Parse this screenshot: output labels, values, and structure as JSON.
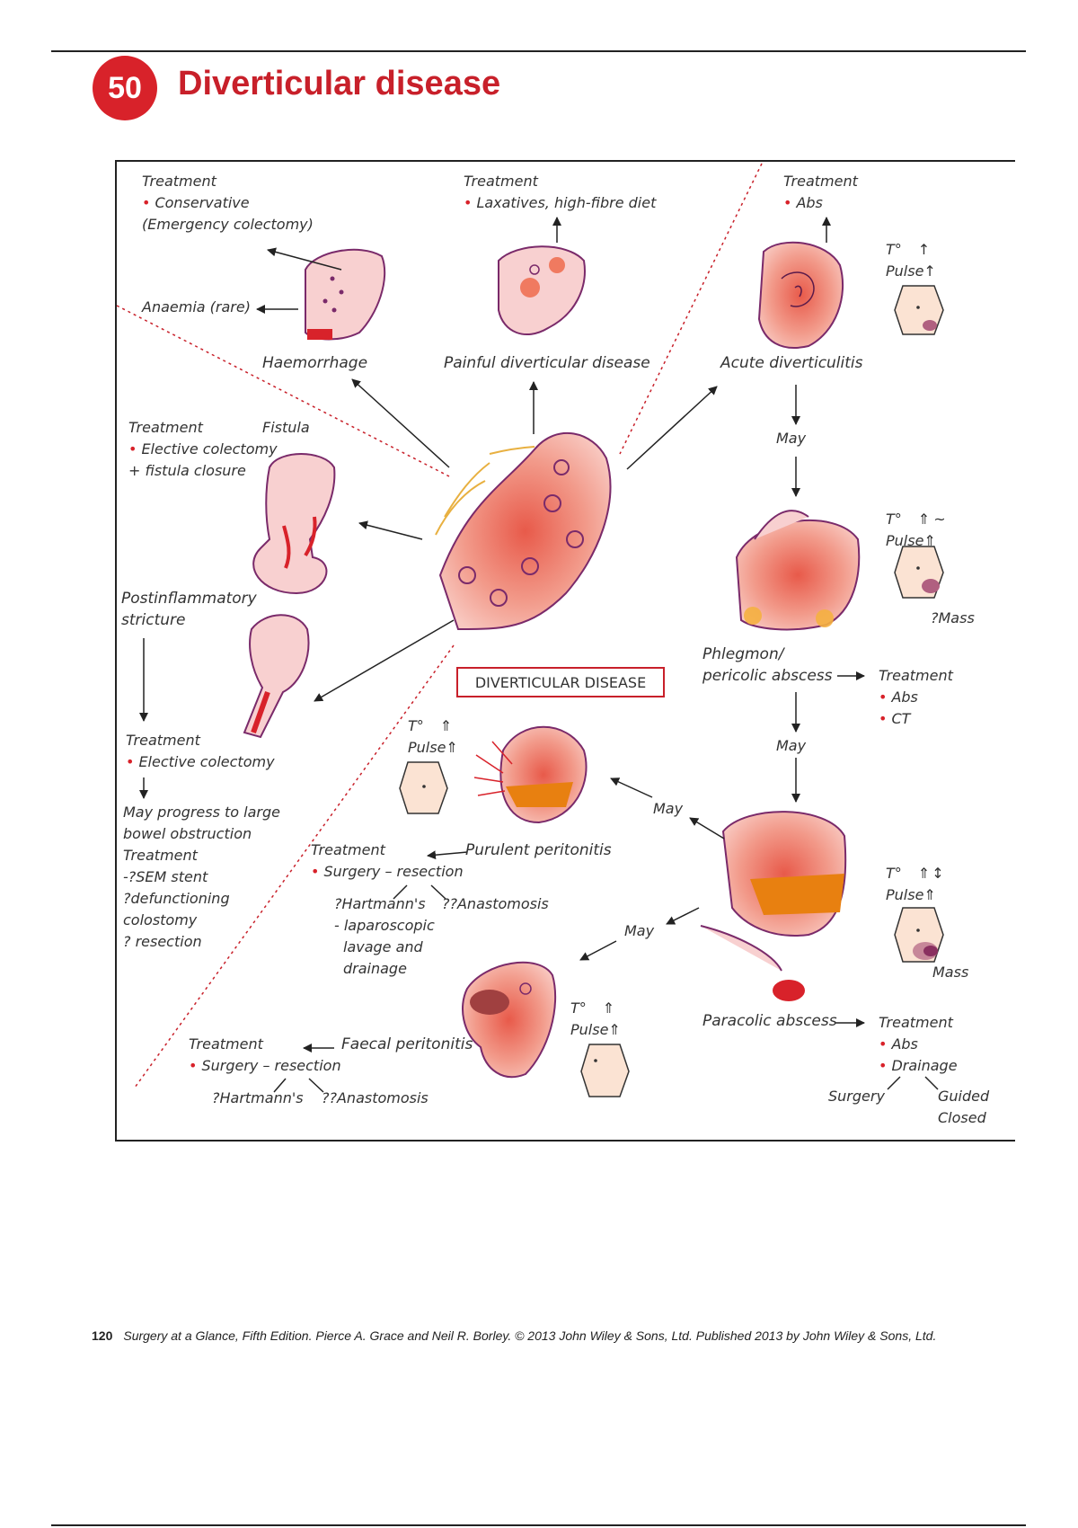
{
  "chapter": {
    "number": "50",
    "title": "Diverticular disease"
  },
  "footer": {
    "page": "120",
    "citation": "Surgery at a Glance, Fifth Edition. Pierce A. Grace and Neil R. Borley. © 2013 John Wiley & Sons, Ltd. Published 2013 by John Wiley & Sons, Ltd."
  },
  "center": {
    "label": "DIVERTICULAR DISEASE"
  },
  "haemorrhage": {
    "treatment": "Treatment",
    "item1": "Conservative",
    "item2": "(Emergency colectomy)",
    "anaemia": "Anaemia (rare)",
    "label": "Haemorrhage"
  },
  "painful": {
    "treatment": "Treatment",
    "item1": "Laxatives, high-fibre diet",
    "label": "Painful diverticular disease"
  },
  "acute": {
    "treatment": "Treatment",
    "item1": "Abs",
    "temp": "T°",
    "pulse": "Pulse",
    "label": "Acute diverticulitis",
    "may": "May"
  },
  "fistula": {
    "treatment": "Treatment",
    "title": "Fistula",
    "item1": "Elective colectomy",
    "item2": "+ fistula closure"
  },
  "stricture": {
    "label1": "Postinflammatory",
    "label2": "stricture",
    "treatment": "Treatment",
    "item1": "Elective colectomy",
    "prog1": "May progress to large",
    "prog2": "bowel obstruction",
    "prog3": "Treatment",
    "prog4": "-?SEM stent",
    "prog5": "?defunctioning",
    "prog6": "colostomy",
    "prog7": "? resection"
  },
  "phlegmon": {
    "temp": "T°",
    "pulse": "Pulse",
    "mass": "?Mass",
    "label1": "Phlegmon/",
    "label2": "pericolic abscess",
    "treatment": "Treatment",
    "item1": "Abs",
    "item2": "CT",
    "may": "May"
  },
  "purulent": {
    "temp": "T°",
    "pulse": "Pulse",
    "may": "May",
    "label": "Purulent peritonitis",
    "treatment": "Treatment",
    "item1": "Surgery – resection",
    "opt1": "?Hartmann's",
    "opt2": "??Anastomosis",
    "opt3": "- laparoscopic",
    "opt4": "lavage and",
    "opt5": "drainage"
  },
  "paracolic": {
    "temp": "T°",
    "pulse": "Pulse",
    "mass": "Mass",
    "label": "Paracolic abscess",
    "treatment": "Treatment",
    "item1": "Abs",
    "item2": "Drainage",
    "surgery": "Surgery",
    "guided": "Guided",
    "closed": "Closed",
    "may": "May"
  },
  "faecal": {
    "temp": "T°",
    "pulse": "Pulse",
    "label": "Faecal peritonitis",
    "treatment": "Treatment",
    "item1": "Surgery – resection",
    "opt1": "?Hartmann's",
    "opt2": "??Anastomosis"
  },
  "symbols": {
    "up": "↑",
    "double_up": "⇑",
    "tilde": "~",
    "updown": "↕",
    "bullet": "•"
  }
}
